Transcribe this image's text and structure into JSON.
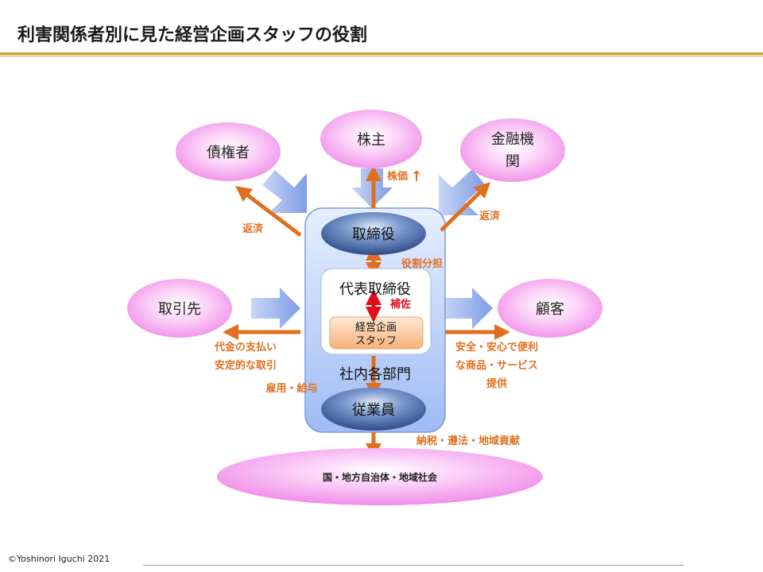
{
  "title": "利害関係者別に見た経営企画スタッフの役割",
  "copyright": "©Yoshinori Iguchi 2021",
  "stakeholders": {
    "creditor": "債権者",
    "shareholder": "株主",
    "bank_line1": "金融機",
    "bank_line2": "関",
    "supplier": "取引先",
    "customer": "顧客",
    "society": "国・地方自治体・地域社会"
  },
  "company": {
    "board": "取締役",
    "ceo": "代表取締役",
    "support": "補佐",
    "staff_line1": "経営企画",
    "staff_line2": "スタッフ",
    "departments": "社内各部門",
    "employees": "従業員"
  },
  "flows": {
    "repay_left": "返済",
    "repay_right": "返済",
    "stock_price": "株価",
    "stock_arrow": "↑",
    "role_sharing": "役割分担",
    "payment_line1": "代金の支払い",
    "payment_line2": "安定的な取引",
    "employment": "雇用・給与",
    "customer_line1": "安全・安心で便利",
    "customer_line2": "な商品・サービス",
    "customer_line3": "提供",
    "tax": "納税・遵法・地域貢献"
  },
  "colors": {
    "pink_fill": "#f6a8f0",
    "blue_arrow": "#8da9e8",
    "orange_arrow": "#e07020",
    "navy_ellipse": "#3b5b9a",
    "red_arrow": "#e0101a",
    "gold_rule": "#c9a227"
  }
}
